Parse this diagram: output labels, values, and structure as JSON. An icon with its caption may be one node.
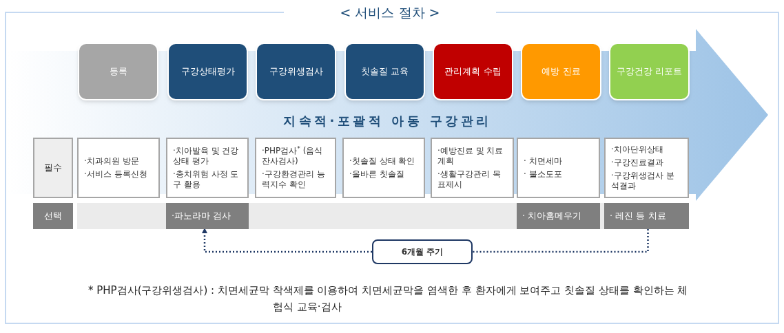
{
  "diagram": {
    "title": "< 서비스 절차 >",
    "nodes": [
      {
        "text": [
          "지속적·포괄적 아동 구강관리"
        ]
      },
      {
        "text": [
          "등록"
        ],
        "in": 0
      },
      {
        "text": [
          "구강상태평가"
        ],
        "in": 0
      },
      {
        "text": [
          "구강위생검사"
        ],
        "in": 0
      },
      {
        "text": [
          "칫솔질 교육"
        ],
        "in": 0
      },
      {
        "text": [
          "관리계획 수립"
        ],
        "in": 0
      },
      {
        "text": [
          "예방 진료"
        ],
        "in": 0
      },
      {
        "text": [
          "구강건강 리포트"
        ],
        "in": 0
      },
      {
        "text": [
          "필수"
        ],
        "in": 0
      },
      {
        "text": [
          "·치과의원 방문",
          "·서비스 등록신청"
        ],
        "in": 0
      },
      {
        "text": [
          "·치아발육 및 건강상태 평가",
          "·충치위험 사정 도구 활용"
        ],
        "in": 0
      },
      {
        "text": [
          "·PHP검사$^{*}$ (음식잔사검사)",
          "·구강환경관리 능력지수 확인"
        ],
        "in": 0
      },
      {
        "text": [
          "·칫솔질 상태 확인",
          "·올바른 칫솔질"
        ],
        "in": 0
      },
      {
        "text": [
          "·예방진료 및 치료계획",
          "·생활구강관리 목표제시"
        ],
        "in": 0
      },
      {
        "text": [
          "· 치면세마",
          "· 불소도포"
        ],
        "in": 0
      },
      {
        "text": [
          "·치아단위상태",
          "·구강진료결과",
          "·구강위생검사 분석결과"
        ],
        "in": 0
      },
      {
        "text": [
          "선택"
        ]
      },
      {
        "text": [
          "·파노라마 검사"
        ]
      },
      {
        "text": [
          "· 치아홈메우기"
        ]
      },
      {
        "text": [
          "· 레진 등 치료"
        ]
      },
      {
        "text": [
          "6개월 주기"
        ]
      }
    ],
    "edges": [
      {
        "from": 19,
        "to": 20,
        "arrow": "none",
        "style": "dashed"
      },
      {
        "from": 20,
        "to": 17,
        "arrow": "to",
        "style": "dashed"
      }
    ],
    "labels": [
      "* PHP검사(구강위생검사) : 치면세균막 착색제를 이용하여 치면세균막을 염색한 후 환자에게 보여주고 칫솔질 상태를 확인하는 체험식 교육·검사"
    ]
  }
}
